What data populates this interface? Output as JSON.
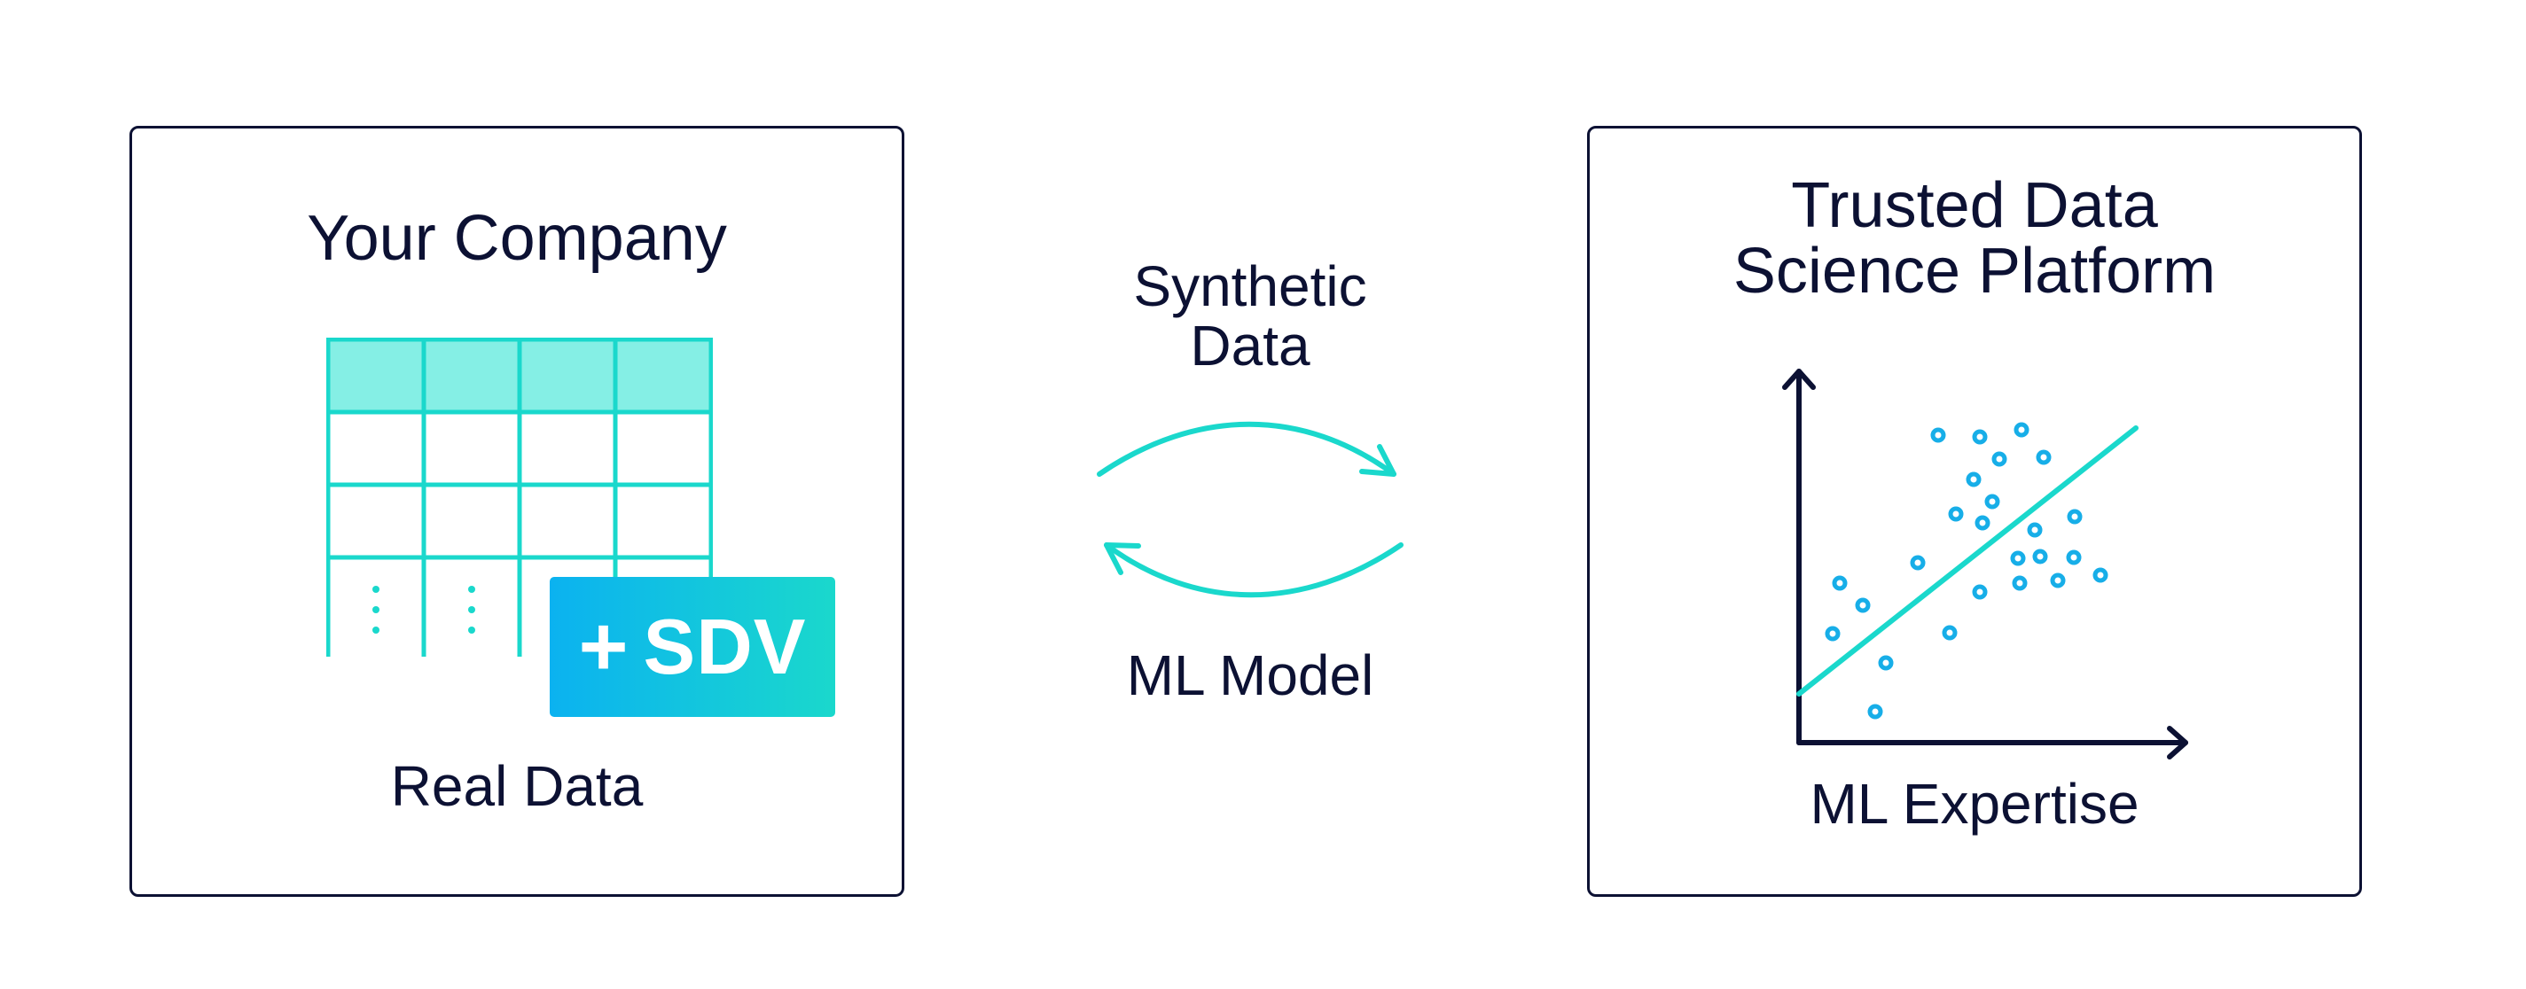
{
  "left_panel": {
    "title": "Your Company",
    "caption": "Real Data",
    "badge_plus": "+",
    "badge_text": "SDV",
    "table_rows_full": 3,
    "table_cols": 4
  },
  "middle": {
    "top_label": "Synthetic\nData",
    "bottom_label": "ML Model"
  },
  "right_panel": {
    "title": "Trusted Data\nScience Platform",
    "caption": "ML Expertise"
  },
  "colors": {
    "ink": "#0c1133",
    "teal": "#1ad8cc",
    "teal_light": "#85efe5",
    "blue": "#0bb2f0",
    "dot": "#17aee8"
  },
  "icons": [
    "table-icon",
    "sdv-badge",
    "scatter-chart-icon",
    "arrow-right-icon",
    "arrow-left-icon"
  ]
}
